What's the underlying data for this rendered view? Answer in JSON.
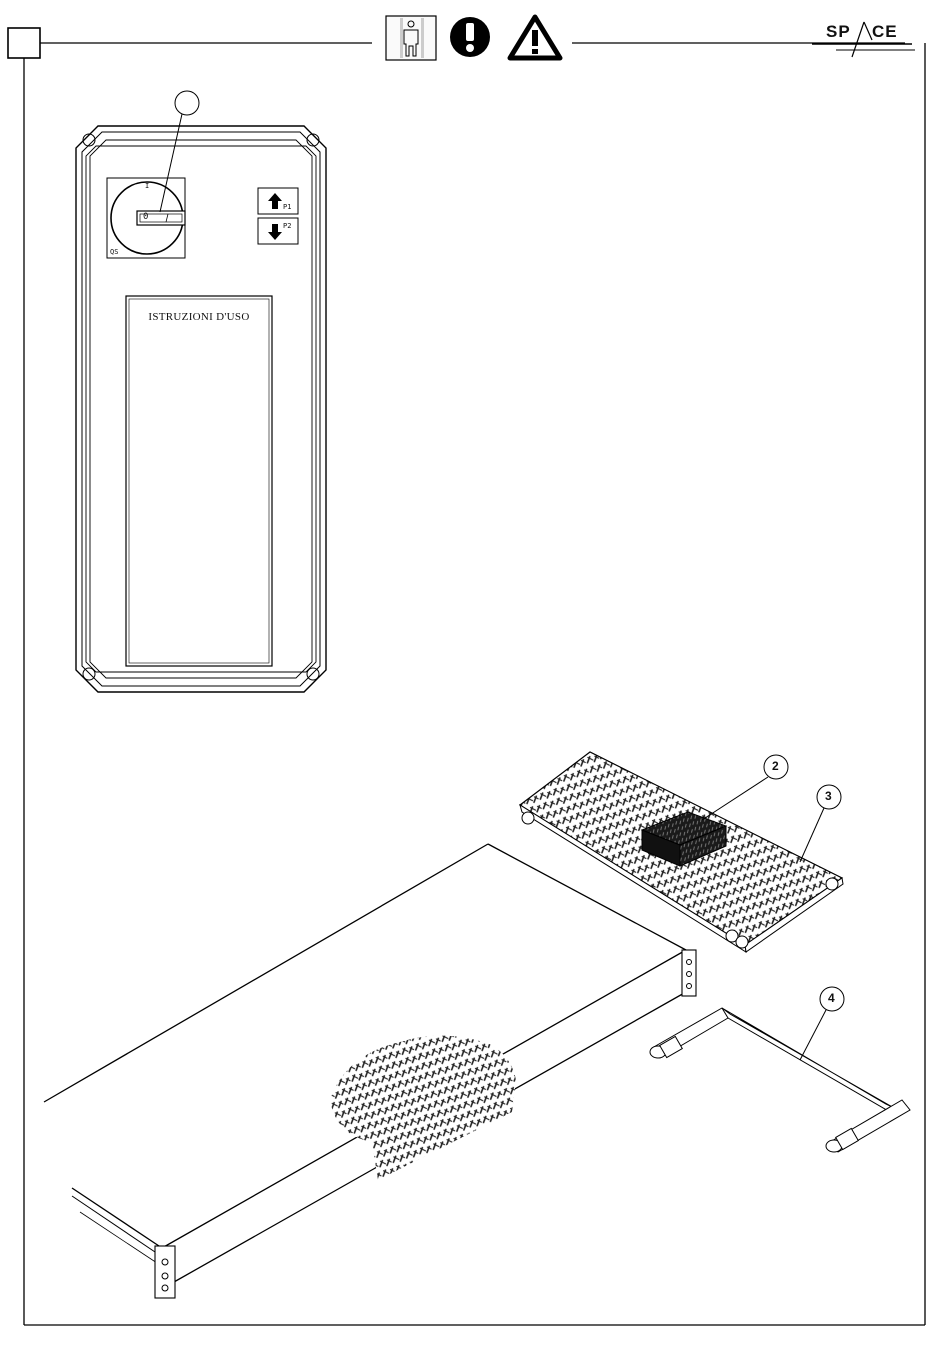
{
  "header": {
    "logo_left": "SP",
    "logo_right": "CE",
    "icons": [
      "operator-figure-icon",
      "exclamation-icon",
      "warning-triangle-icon"
    ]
  },
  "control_panel": {
    "instructions_label": "ISTRUZIONI D'USO",
    "switch_top_mark": "I",
    "switch_left_mark": "0",
    "switch_corner_mark": "QS",
    "button_up_label": "P1",
    "button_down_label": "P2"
  },
  "callouts": {
    "c1": "",
    "c2": "2",
    "c3": "3",
    "c4": "4"
  }
}
